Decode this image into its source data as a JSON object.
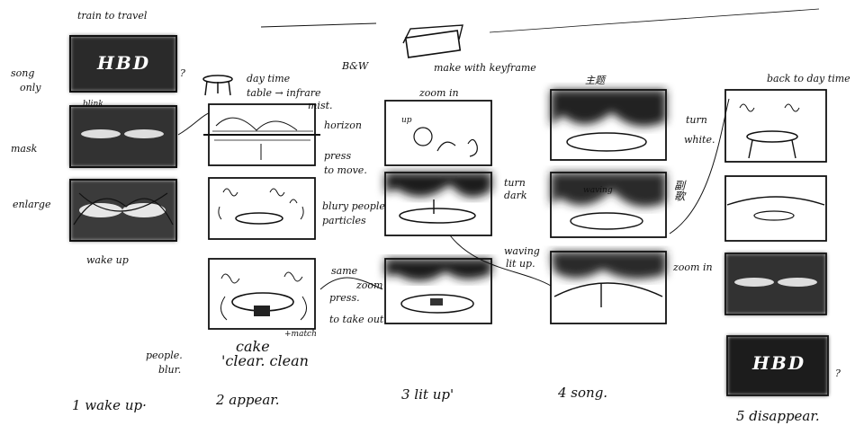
{
  "header": {
    "top_note": "train to travel",
    "bw_note": "B&W",
    "keyframe_note": "make with keyframe"
  },
  "stages": [
    {
      "id": "1",
      "title": "1 wake up·"
    },
    {
      "id": "2",
      "title": "2 appear."
    },
    {
      "id": "3",
      "title": "3 lit up'"
    },
    {
      "id": "4",
      "title": "4 song."
    },
    {
      "id": "5",
      "title": "5 disappear."
    }
  ],
  "col1": {
    "side_notes": [
      "song",
      "only",
      "mask",
      "enlarge"
    ],
    "frame_texts": [
      "HBD",
      "blink"
    ],
    "caption": "wake up",
    "question": "?"
  },
  "col2": {
    "notes": [
      "day time",
      "table → infrare",
      "mist.",
      "horizon",
      "press",
      "to move.",
      "blury people",
      "particles",
      "same",
      "zoom",
      "press.",
      "to take out",
      "people.",
      "blur.",
      "cake",
      "'clear. clean",
      "+match"
    ]
  },
  "col3": {
    "notes": [
      "zoom in",
      "up",
      "turn",
      "dark",
      "waving",
      "lit up."
    ]
  },
  "col4": {
    "notes": [
      "zoom in",
      "turn",
      "white."
    ],
    "vertical_marks": [
      "主题",
      "副歌"
    ],
    "frame_texts": [
      "waving"
    ]
  },
  "col5": {
    "notes": [
      "back to day time"
    ],
    "frame_texts": [
      "HBD"
    ],
    "question": "?"
  }
}
